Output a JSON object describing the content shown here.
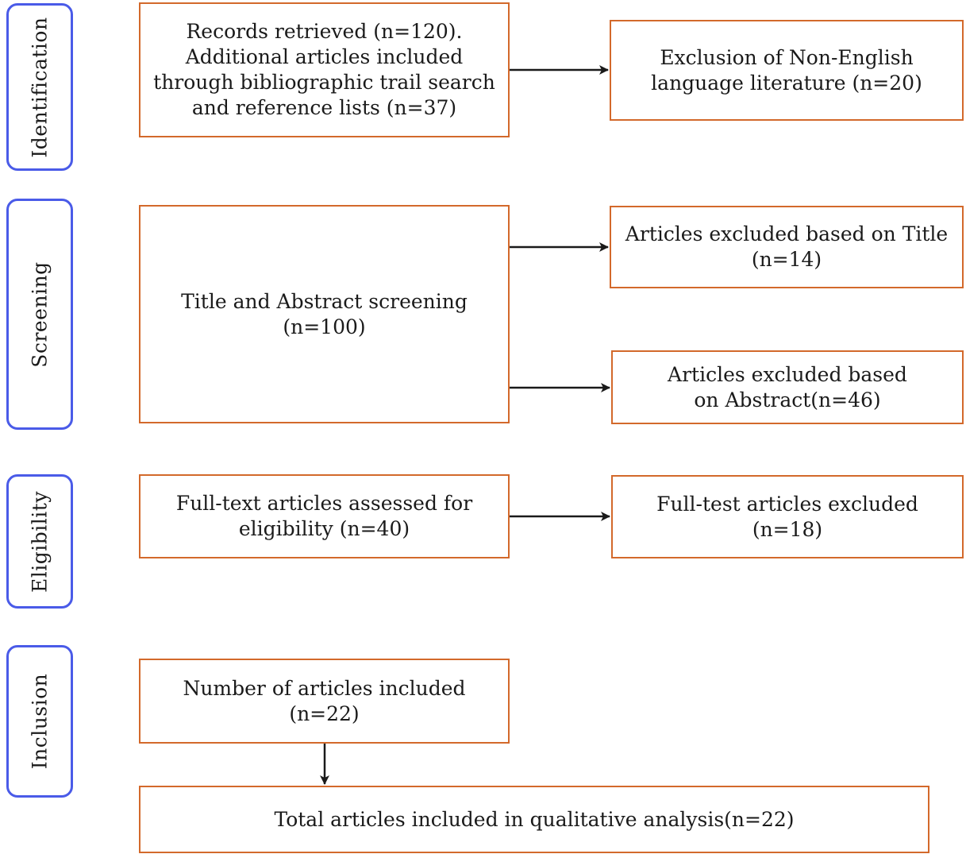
{
  "stages": {
    "identification": "Identification",
    "screening": "Screening",
    "eligibility": "Eligibility",
    "inclusion": "Inclusion"
  },
  "boxes": {
    "records_retrieved": "Records retrieved (n=120). Additional articles included through bibliographic trail search and reference lists (n=37)",
    "non_english_excluded": "Exclusion of Non-English language literature (n=20)",
    "title_abstract_screening": "Title and Abstract screening (n=100)",
    "excluded_title": "Articles excluded based on Title (n=14)",
    "excluded_abstract": "Articles excluded based on Abstract(n=46)",
    "fulltext_assessed": "Full-text articles assessed for eligibility (n=40)",
    "fulltext_excluded": "Full-test articles excluded (n=18)",
    "number_included": "Number of articles included (n=22)",
    "total_qualitative": "Total articles included in qualitative analysis(n=22)"
  },
  "colors": {
    "stage_border": "#4a5be8",
    "box_border": "#d3692b",
    "arrow": "#1a1a1a"
  }
}
